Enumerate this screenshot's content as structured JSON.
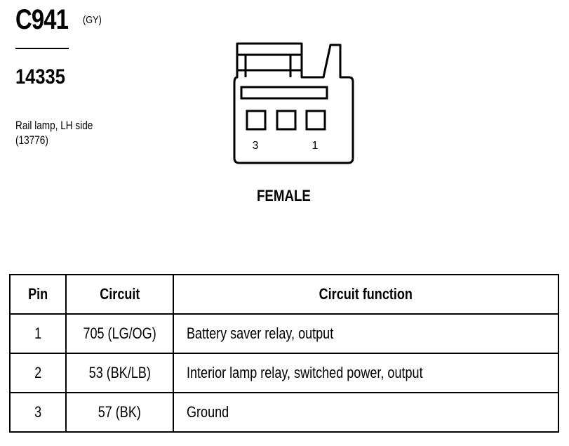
{
  "connector": {
    "id": "C941",
    "color_code": "(GY)",
    "part_number": "14335",
    "description_line1": "Rail lamp, LH side",
    "description_line2": "(13776)",
    "gender": "FEMALE",
    "pin_labels": {
      "left": "3",
      "right": "1"
    }
  },
  "table": {
    "headers": [
      "Pin",
      "Circuit",
      "Circuit function"
    ],
    "rows": [
      {
        "pin": "1",
        "circuit": "705 (LG/OG)",
        "function": "Battery saver relay, output"
      },
      {
        "pin": "2",
        "circuit": "53 (BK/LB)",
        "function": "Interior lamp relay, switched power, output"
      },
      {
        "pin": "3",
        "circuit": "57 (BK)",
        "function": "Ground"
      }
    ]
  }
}
